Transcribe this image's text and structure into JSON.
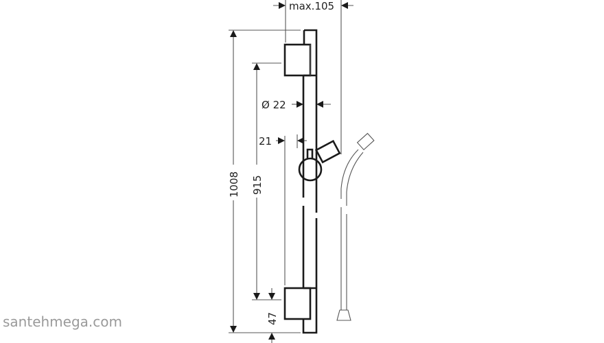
{
  "dimensions": {
    "max_projection": "max.105",
    "diameter": "Ø 22",
    "offset": "21",
    "total_height": "1008",
    "bracket_spacing": "915",
    "bottom_offset": "47"
  },
  "watermark": "santehmega.com",
  "colors": {
    "line": "#1a1a1a",
    "dimension": "#555555",
    "watermark": "#9a9a9a"
  }
}
